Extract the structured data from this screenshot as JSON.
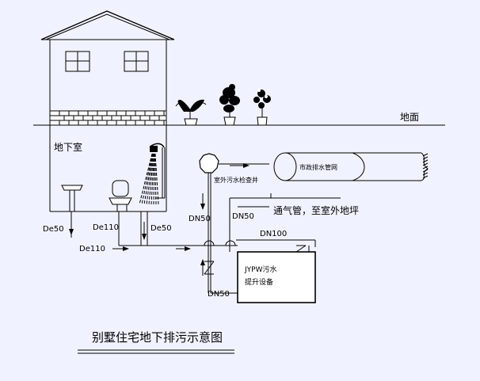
{
  "diagram": {
    "title": "别墅住宅地下排污示意图",
    "labels": {
      "ground": "地面",
      "basement": "地下室",
      "municipal_pipe": "市政排水管网",
      "inspection_well": "室外污水检查井",
      "vent_pipe": "通气管，至室外地坪",
      "jypw_line1": "JYPW污水",
      "jypw_line2": "提升设备",
      "de50_left": "De50",
      "de110_toilet": "De110",
      "de50_shower": "De50",
      "de110_main": "De110",
      "dn50_riser": "DN50",
      "dn50_vent": "DN50",
      "dn100_outlet": "DN100",
      "dn50_bottom": "DN50"
    },
    "colors": {
      "background": "#f0f3ff",
      "line": "#000000",
      "brick": "#ffffff",
      "plant": "#000000"
    }
  }
}
